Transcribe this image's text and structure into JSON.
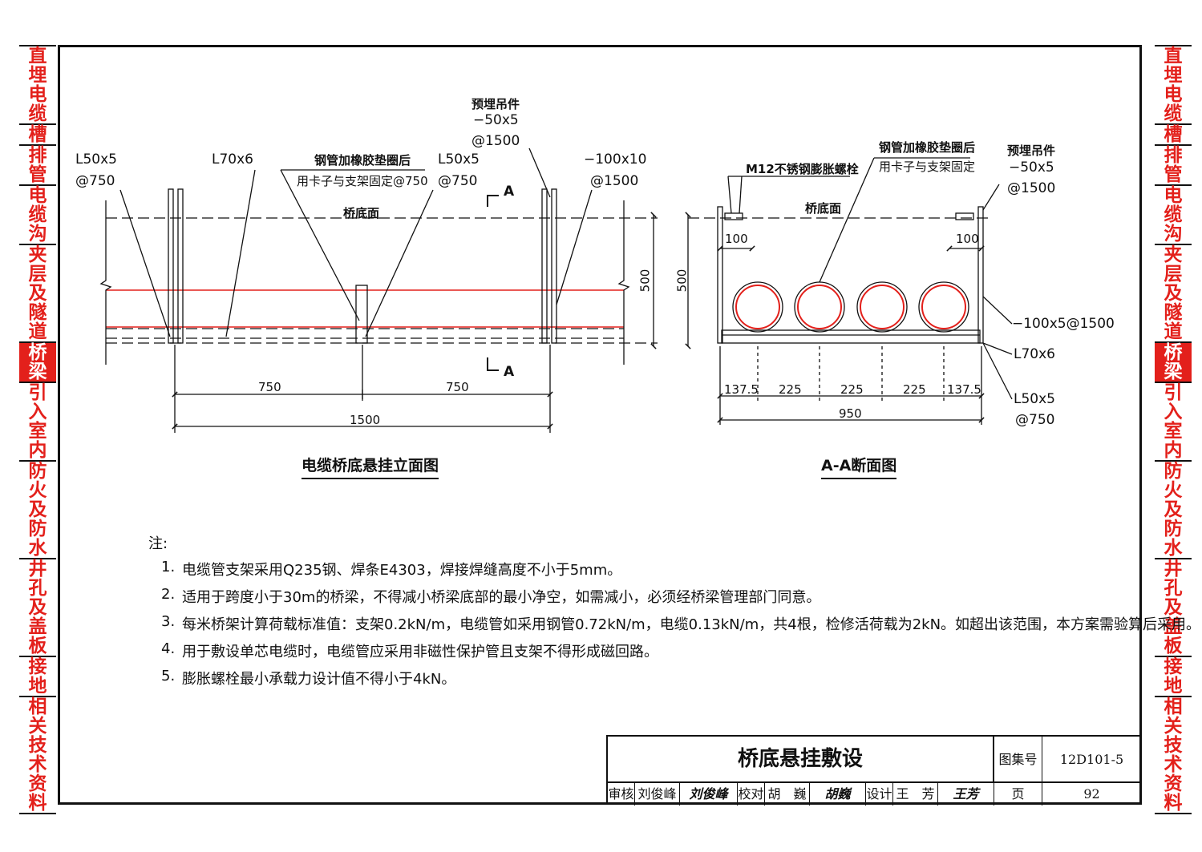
{
  "sidebar": {
    "sections": [
      {
        "label": "直埋电缆",
        "active": false
      },
      {
        "label": "槽",
        "active": false
      },
      {
        "label": "排管",
        "active": false
      },
      {
        "label": "电缆沟",
        "active": false
      },
      {
        "label": "夹层及隧道",
        "active": false
      },
      {
        "label": "桥梁",
        "active": true
      },
      {
        "label": "引入室内",
        "active": false
      },
      {
        "label": "防火及防水",
        "active": false
      },
      {
        "label": "井孔及盖板",
        "active": false
      },
      {
        "label": "接地",
        "active": false
      },
      {
        "label": "相关技术资料",
        "active": false
      }
    ]
  },
  "elevation": {
    "caption": "电缆桥底悬挂立面图",
    "labels": {
      "l50": "L50x5",
      "l50_at": "@750",
      "l70": "L70x6",
      "pipe_note_1": "钢管加橡胶垫圈后",
      "pipe_note_2": "用卡子与支架固定@750",
      "l50b": "L50x5",
      "l50b_at": "@750",
      "embed": "预埋吊件",
      "embed_size": "−50x5",
      "embed_at": "@1500",
      "plate": "−100x10",
      "plate_at": "@1500",
      "bridge_bottom": "桥底面",
      "section_mark_top": "A",
      "section_mark_bottom": "A",
      "dim_height": "500",
      "dim_left": "750",
      "dim_right": "750",
      "dim_total": "1500"
    }
  },
  "section": {
    "caption": "A-A断面图",
    "labels": {
      "bolt": "M12不锈钢膨胀螺栓",
      "pipe_note_1": "钢管加橡胶垫圈后",
      "pipe_note_2": "用卡子与支架固定",
      "embed": "预埋吊件",
      "embed_size": "−50x5",
      "embed_at": "@1500",
      "bridge_bottom": "桥底面",
      "dim_100_left": "100",
      "dim_100_right": "100",
      "dim_height": "500",
      "strap": "−100x5@1500",
      "l70": "L70x6",
      "l50": "L50x5",
      "l50_at": "@750",
      "dim_a": "137.5",
      "dim_b": "225",
      "dim_c": "225",
      "dim_d": "225",
      "dim_e": "137.5",
      "dim_total": "950"
    }
  },
  "notes": {
    "title": "注:",
    "items": [
      {
        "num": "1.",
        "text": "电缆管支架采用Q235钢、焊条E4303，焊接焊缝高度不小于5mm。"
      },
      {
        "num": "2.",
        "text": "适用于跨度小于30m的桥梁，不得减小桥梁底部的最小净空，如需减小，必须经桥梁管理部门同意。"
      },
      {
        "num": "3.",
        "text": "每米桥架计算荷载标准值：支架0.2kN/m，电缆管如采用钢管0.72kN/m，电缆0.13kN/m，共4根，检修活荷载为2kN。如超出该范围，本方案需验算后采用。"
      },
      {
        "num": "4.",
        "text": "用于敷设单芯电缆时，电缆管应采用非磁性保护管且支架不得形成磁回路。"
      },
      {
        "num": "5.",
        "text": "膨胀螺栓最小承载力设计值不得小于4kN。"
      }
    ]
  },
  "title_block": {
    "title": "桥底悬挂敷设",
    "atlas_label": "图集号",
    "atlas_no": "12D101-5",
    "page_label": "页",
    "page_no": "92",
    "review_label": "审核",
    "reviewer": "刘俊峰",
    "reviewer_sig": "刘俊峰",
    "check_label": "校对",
    "checker": "胡　巍",
    "checker_sig": "胡巍",
    "design_label": "设计",
    "designer": "王　芳",
    "designer_sig": "王芳"
  },
  "colors": {
    "accent": "#e3201b",
    "line": "#111111"
  }
}
